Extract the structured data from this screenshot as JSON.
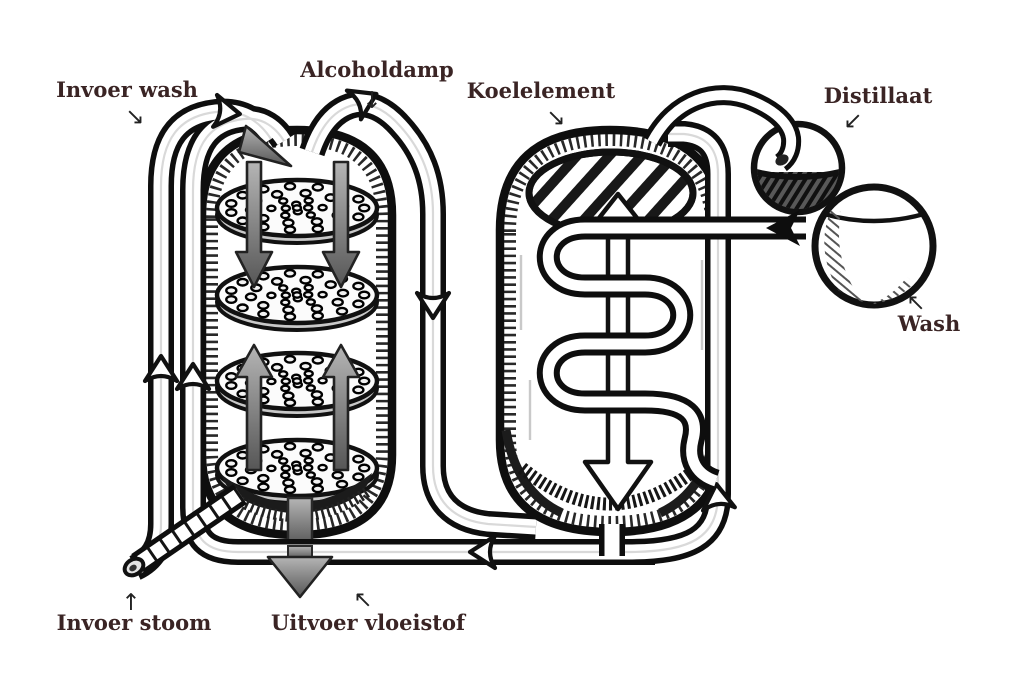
{
  "labels": {
    "invoer_wash": {
      "text": "Invoer wash",
      "arrow": "↘"
    },
    "alcoholdamp": {
      "text": "Alcoholdamp",
      "arrow": "↓"
    },
    "koelelement": {
      "text": "Koelelement",
      "arrow": "↘"
    },
    "distillaat": {
      "text": "Distillaat",
      "arrow": "↙"
    },
    "wash": {
      "text": "Wash",
      "arrow": "↖"
    },
    "invoer_stoom": {
      "text": "Invoer stoom",
      "arrow": "↑"
    },
    "uitvoer_vloeistof": {
      "text": "Uitvoer vloeistof",
      "arrow": "↖"
    }
  },
  "colors": {
    "label": "#3a2424",
    "arrow": "#222222",
    "line": "#0e0e0e",
    "flow_arrow_gray": "#8a8a8a",
    "background": "#ffffff"
  }
}
